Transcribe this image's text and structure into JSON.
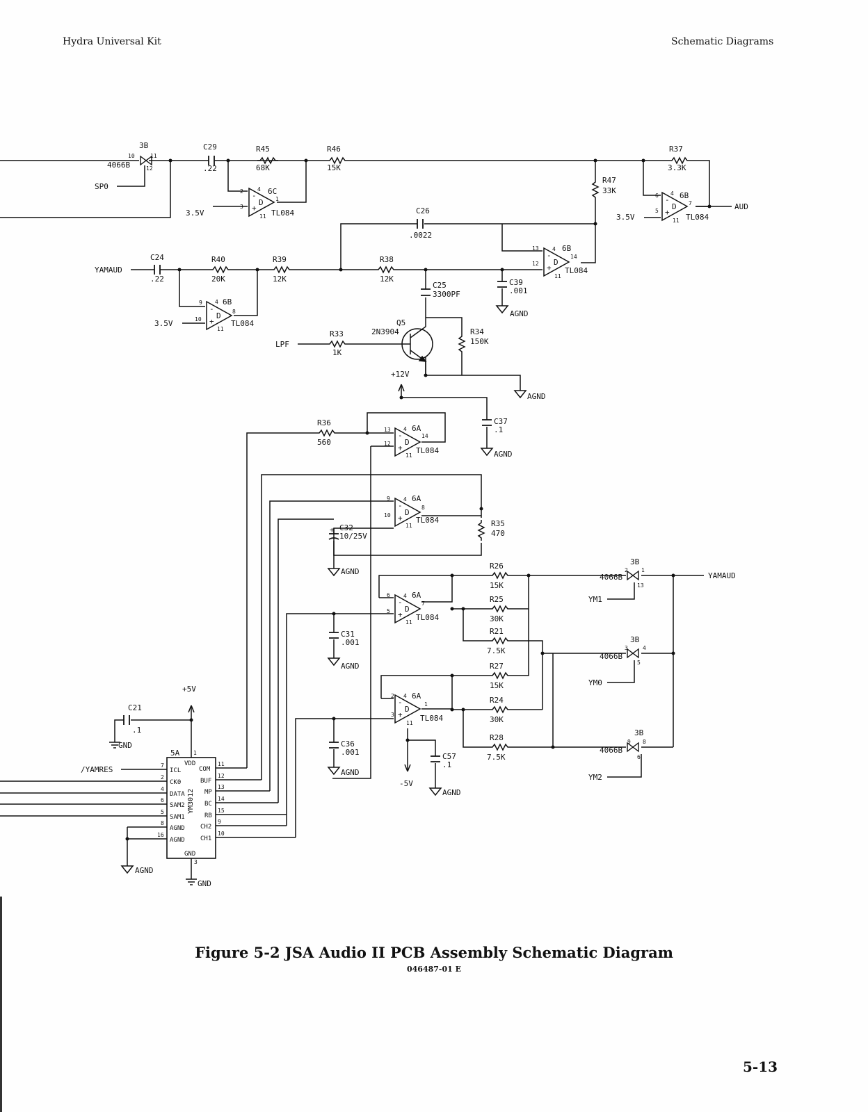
{
  "header": {
    "left": "Hydra Universal Kit",
    "right": "Schematic Diagrams"
  },
  "figure": {
    "title": "Figure 5-2  JSA Audio II PCB Assembly Schematic Diagram",
    "doc_number": "046487-01  E"
  },
  "page_number": "5-13",
  "schematic": {
    "labels": {
      "sw3b_top": "3B",
      "sw3b_top_part": "4066B",
      "sw3b_top_p10": "10",
      "sw3b_top_p11": "11",
      "sw3b_top_p12": "12",
      "sp0": "SP0",
      "c29": "C29",
      "c29_val": ".22",
      "r45": "R45",
      "r45_val": "68K",
      "r46": "R46",
      "r46_val": "15K",
      "u6c": "6C",
      "u6c_part": "TL084",
      "u6c_p2": "2",
      "u6c_p3": "3",
      "u6c_p1": "1",
      "u6c_p4": "4",
      "u6c_p11": "11",
      "v35_a": "3.5V",
      "r37": "R37",
      "r37_val": "3.3K",
      "r47": "R47",
      "r47_val": "33K",
      "u6b_out": "6B",
      "u6b_out_part": "TL084",
      "u6b_out_p6": "6",
      "u6b_out_p5": "5",
      "u6b_out_p7": "7",
      "u6b_out_p4": "4",
      "u6b_out_p11": "11",
      "v35_b": "3.5V",
      "aud": "AUD",
      "c26": "C26",
      "c26_val": ".0022",
      "u6b_mid": "6B",
      "u6b_mid_part": "TL084",
      "u6b_mid_p13": "13",
      "u6b_mid_p12": "12",
      "u6b_mid_p14": "14",
      "u6b_mid_p4": "4",
      "u6b_mid_p11": "11",
      "yamaud_in": "YAMAUD",
      "c24": "C24",
      "c24_val": ".22",
      "r40": "R40",
      "r40_val": "20K",
      "r39": "R39",
      "r39_val": "12K",
      "r38": "R38",
      "r38_val": "12K",
      "c39": "C39",
      "c39_val": ".001",
      "agnd_c39": "AGND",
      "c25": "C25",
      "c25_val": "3300PF",
      "u6b_left": "6B",
      "u6b_left_part": "TL084",
      "u6b_left_p9": "9",
      "u6b_left_p10": "10",
      "u6b_left_p8": "8",
      "u6b_left_p4": "4",
      "u6b_left_p11": "11",
      "v35_c": "3.5V",
      "lpf": "LPF",
      "r33": "R33",
      "r33_val": "1K",
      "q5": "Q5",
      "q5_part": "2N3904",
      "r34": "R34",
      "r34_val": "150K",
      "agnd_q5": "AGND",
      "v12": "+12V",
      "r36": "R36",
      "r36_val": "560",
      "u6a1": "6A",
      "u6a1_part": "TL084",
      "u6a1_p13": "13",
      "u6a1_p12": "12",
      "u6a1_p14": "14",
      "u6a1_p4": "4",
      "u6a1_p11": "11",
      "c37": "C37",
      "c37_val": ".1",
      "agnd_c37": "AGND",
      "u6a2": "6A",
      "u6a2_part": "TL084",
      "u6a2_p9": "9",
      "u6a2_p10": "10",
      "u6a2_p8": "8",
      "u6a2_p4": "4",
      "u6a2_p11": "11",
      "r35": "R35",
      "r35_val": "470",
      "c32": "C32",
      "c32_val": "10/25V",
      "c32_plus": "+",
      "agnd_c32": "AGND",
      "r26": "R26",
      "r26_val": "15K",
      "sw3b_1": "3B",
      "sw3b_1_part": "4066B",
      "sw3b_1_p2": "2",
      "sw3b_1_p1": "1",
      "sw3b_1_p13": "13",
      "yamaud_out": "YAMAUD",
      "ym1": "YM1",
      "u6a3": "6A",
      "u6a3_part": "TL084",
      "u6a3_p6": "6",
      "u6a3_p5": "5",
      "u6a3_p7": "7",
      "u6a3_p4": "4",
      "u6a3_p11": "11",
      "r25": "R25",
      "r25_val": "30K",
      "r21": "R21",
      "r21_val": "7.5K",
      "c31": "C31",
      "c31_val": ".001",
      "agnd_c31": "AGND",
      "sw3b_2": "3B",
      "sw3b_2_part": "4066B",
      "sw3b_2_p3": "3",
      "sw3b_2_p4": "4",
      "sw3b_2_p5": "5",
      "ym0": "YM0",
      "r27": "R27",
      "r27_val": "15K",
      "u6a4": "6A",
      "u6a4_part": "TL084",
      "u6a4_p2": "2",
      "u6a4_p3": "3",
      "u6a4_p1": "1",
      "u6a4_p4": "4",
      "u6a4_p11": "11",
      "r24": "R24",
      "r24_val": "30K",
      "r28": "R28",
      "r28_val": "7.5K",
      "c57": "C57",
      "c57_val": ".1",
      "agnd_c57": "AGND",
      "vneg5": "-5V",
      "c36": "C36",
      "c36_val": ".001",
      "agnd_c36": "AGND",
      "sw3b_3": "3B",
      "sw3b_3_part": "4066B",
      "sw3b_3_p9": "9",
      "sw3b_3_p8": "8",
      "sw3b_3_p6": "6",
      "ym2": "YM2",
      "v5": "+5V",
      "c21": "C21",
      "c21_val": ".1",
      "gnd_c21": "GND",
      "u5a": "5A",
      "u5a_part": "YM3012",
      "yamres": "/YAMRES",
      "u5a_icl": "ICL",
      "u5a_ck0": "CK0",
      "u5a_data": "DATA",
      "u5a_sam2": "SAM2",
      "u5a_sam1": "SAM1",
      "u5a_agnd1": "AGND",
      "u5a_agnd2": "AGND",
      "u5a_vdd": "VDD",
      "u5a_gnd": "GND",
      "u5a_com": "COM",
      "u5a_buf": "BUF",
      "u5a_mp": "MP",
      "u5a_bc": "BC",
      "u5a_rb": "RB",
      "u5a_ch2": "CH2",
      "u5a_ch1": "CH1",
      "u5a_p7": "7",
      "u5a_p2": "2",
      "u5a_p4": "4",
      "u5a_p6": "6",
      "u5a_p5": "5",
      "u5a_p8": "8",
      "u5a_p16": "16",
      "u5a_p1": "1",
      "u5a_p3": "3",
      "u5a_p11": "11",
      "u5a_p12": "12",
      "u5a_p13": "13",
      "u5a_p14": "14",
      "u5a_p15": "15",
      "u5a_p9": "9",
      "u5a_p10": "10",
      "agnd_u5a": "AGND",
      "gnd_u5a": "GND"
    }
  }
}
